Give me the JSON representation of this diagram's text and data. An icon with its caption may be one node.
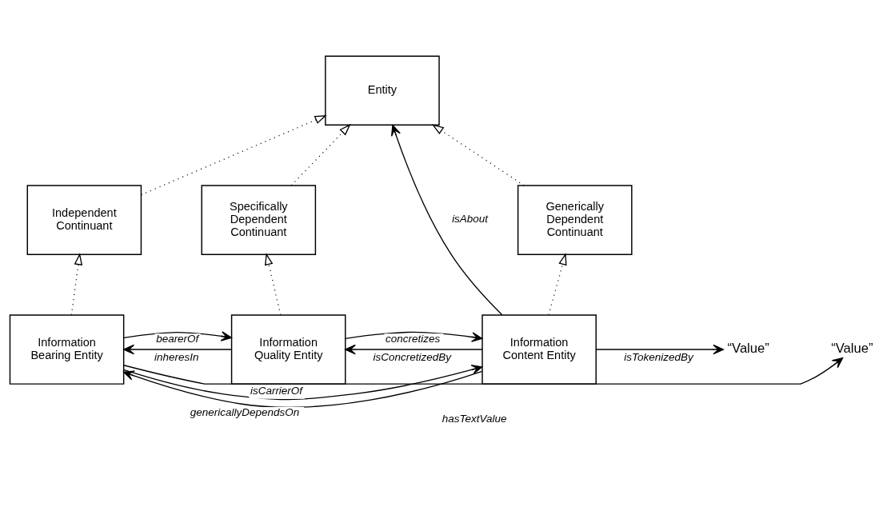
{
  "diagram": {
    "nodes": [
      {
        "text": [
          "Entity"
        ]
      },
      {
        "text": [
          "Independent Continuant"
        ]
      },
      {
        "text": [
          "Specifically Dependent Continuant"
        ]
      },
      {
        "text": [
          "Generically Dependent Continuant"
        ]
      },
      {
        "text": [
          "Information Bearing Entity"
        ]
      },
      {
        "text": [
          "Information Quality Entity"
        ]
      },
      {
        "text": [
          "Information Content Entity"
        ]
      },
      {
        "text": [
          "“Value”"
        ]
      },
      {
        "text": [
          "“Value”"
        ]
      }
    ],
    "edges": [
      {
        "from": 1,
        "to": 0,
        "arrow": "to",
        "style": "dashed"
      },
      {
        "from": 2,
        "to": 0,
        "arrow": "to",
        "style": "dashed"
      },
      {
        "from": 3,
        "to": 0,
        "arrow": "to",
        "style": "dashed"
      },
      {
        "from": 4,
        "to": 1,
        "arrow": "to",
        "style": "dashed"
      },
      {
        "from": 5,
        "to": 2,
        "arrow": "to",
        "style": "dashed"
      },
      {
        "from": 6,
        "to": 3,
        "arrow": "to",
        "style": "dashed"
      },
      {
        "from": 4,
        "to": 5,
        "arrow": "to",
        "label": "bearerOf"
      },
      {
        "from": 5,
        "to": 4,
        "arrow": "to",
        "label": "inheresIn"
      },
      {
        "from": 5,
        "to": 6,
        "arrow": "to",
        "label": "concretizes"
      },
      {
        "from": 6,
        "to": 5,
        "arrow": "to",
        "label": "isConcretizedBy"
      },
      {
        "from": 4,
        "to": 6,
        "arrow": "to",
        "label": "isCarrierOf"
      },
      {
        "from": 6,
        "to": 4,
        "arrow": "to",
        "label": "genericallyDependsOn"
      },
      {
        "from": 4,
        "to": 7,
        "arrow": "to",
        "label": "hasTextValue"
      },
      {
        "from": 6,
        "to": 8,
        "arrow": "to",
        "label": "isTokenizedBy"
      },
      {
        "from": 6,
        "to": 0,
        "arrow": "to",
        "label": "isAbout"
      }
    ]
  }
}
